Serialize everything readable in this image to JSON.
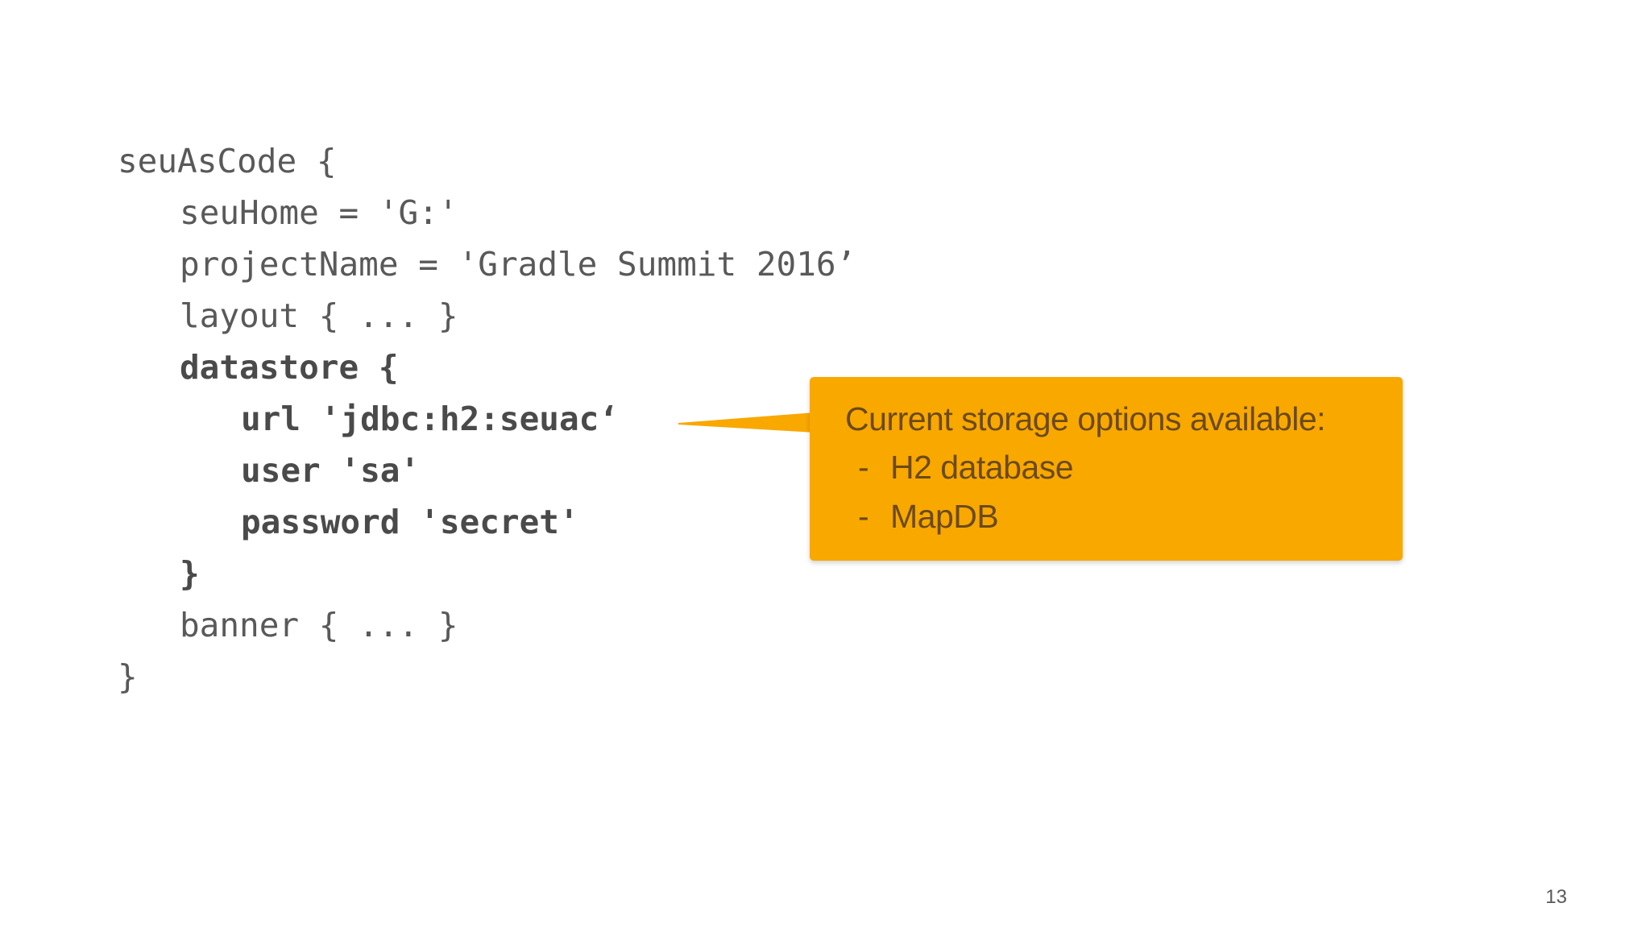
{
  "code": {
    "lines": [
      "seuAsCode {",
      "seuHome = 'G:'",
      "projectName = 'Gradle Summit 2016’",
      "layout { ... }",
      "datastore {",
      "url 'jdbc:h2:seuac‘",
      "user 'sa'",
      "password 'secret'",
      "}",
      "banner { ... }",
      "}"
    ]
  },
  "callout": {
    "title": "Current storage options available:",
    "bullet": "-",
    "items": [
      "H2 database",
      "MapDB"
    ],
    "color": "#f9a800"
  },
  "slide": {
    "page_number": "13"
  }
}
